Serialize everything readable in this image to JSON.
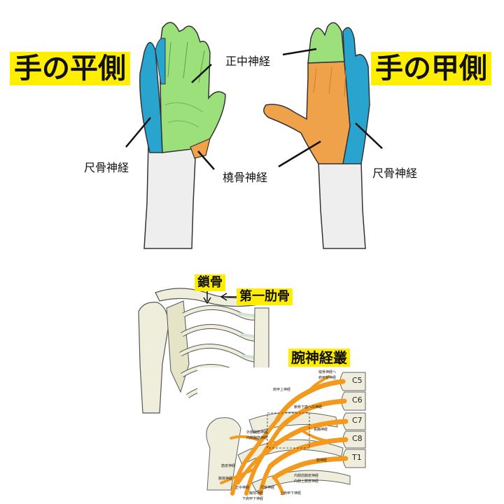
{
  "hands": {
    "palm_title": "手の平側",
    "back_title": "手の甲側",
    "median_nerve": "正中神経",
    "ulnar_nerve_palm": "尺骨神経",
    "radial_nerve": "橈骨神経",
    "ulnar_nerve_back": "尺骨神経"
  },
  "colors": {
    "median": "#9be07a",
    "ulnar": "#29a4cf",
    "radial": "#f0a24a",
    "label_bg": "#ffee00",
    "bone": "#efeedc",
    "nerve_plexus": "#f39a1e"
  },
  "skeleton": {
    "clavicle_label": "鎖骨",
    "first_rib_label": "第一肋骨",
    "plexus_title": "腕神経叢"
  },
  "vertebrae": [
    "C5",
    "C6",
    "C7",
    "C8",
    "T1"
  ],
  "plexus_small_labels": [
    "肩甲上神経",
    "橈骨神経へ",
    "肩甲背神経",
    "鎖骨下筋への神経",
    "長胸神経",
    "外側胸筋神経",
    "内側胸筋神経",
    "筋皮神経",
    "腋窩神経",
    "正中神経",
    "尺骨神経",
    "内側前腕皮神経",
    "内側上腕皮神経",
    "胸背神経",
    "上肩甲下神経",
    "下肩甲下神経",
    "腕神経"
  ]
}
